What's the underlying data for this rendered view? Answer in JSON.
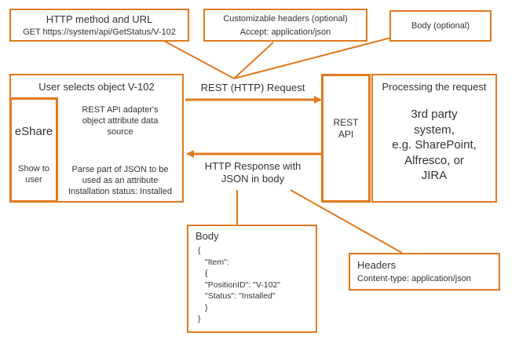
{
  "top_boxes": {
    "http_method": {
      "title": "HTTP method and URL",
      "detail": "GET https://system/api/GetStatus/V-102"
    },
    "headers_opt": {
      "title": "Customizable headers (optional)",
      "detail": "Accept: application/json"
    },
    "body_opt": {
      "title": "Body (optional)"
    }
  },
  "left": {
    "select_label": "User selects object  V-102",
    "eshare": "eShare",
    "adapter": "REST API adapter's\nobject attribute data\nsource",
    "show": "Show to\nuser",
    "parse": "Parse part of JSON to be\nused as an attribute\nInstallation status: Installed"
  },
  "middle": {
    "request": "REST (HTTP) Request",
    "response": "HTTP Response with\nJSON in body"
  },
  "rest_api": "REST\nAPI",
  "right": {
    "processing": "Processing the request",
    "system": "3rd party\nsystem,\ne.g. SharePoint,\nAlfresco, or\nJIRA"
  },
  "body_box": {
    "title": "Body",
    "lines": [
      "{",
      "\"Item\":",
      "{",
      "\"PositionID\": \"V-102\"",
      "\"Status\": \"Installed\"",
      "}",
      "}"
    ]
  },
  "headers_box": {
    "title": "Headers",
    "detail": "Content-type: application/json"
  },
  "colors": {
    "accent": "#e07a1f"
  }
}
